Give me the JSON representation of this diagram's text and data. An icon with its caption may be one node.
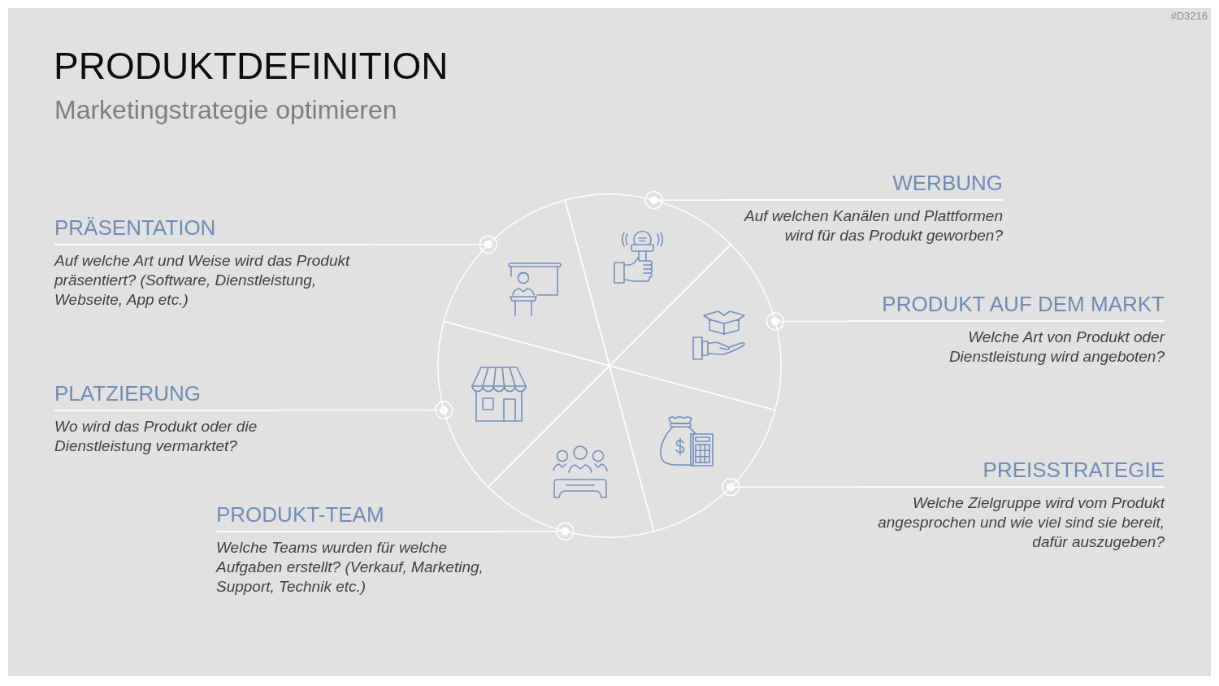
{
  "diagram": {
    "title": "PRODUKTDEFINITION",
    "nodes": [
      {
        "text": [
          "WERBUNG",
          "Auf welchen Kanälen und Plattformen wird für das Produkt geworben?"
        ]
      },
      {
        "text": [
          "PRÄSENTATION",
          "Auf welche Art und Weise wird das Produkt präsentiert? (Software, Dienstleistung, Webseite, App etc.)"
        ]
      },
      {
        "text": [
          "PRODUKT AUF DEM MARKT",
          "Welche Art von Produkt oder Dienstleistung wird angeboten?"
        ]
      },
      {
        "text": [
          "PLATZIERUNG",
          "Wo wird das Produkt oder die Dienstleistung vermarktet?"
        ]
      },
      {
        "text": [
          "PREISSTRATEGIE",
          "Welche Zielgruppe wird vom Produkt angesprochen und wie viel sind sie bereit, dafür auszugeben?"
        ]
      },
      {
        "text": [
          "PRODUKT-TEAM",
          "Welche Teams wurden für welche Aufgaben erstellt? (Verkauf, Marketing, Support, Technik etc.)"
        ]
      },
      {
        "text": [],
        "shape": "wedge"
      },
      {
        "text": [],
        "shape": "wedge"
      },
      {
        "text": [],
        "shape": "wedge"
      },
      {
        "text": [],
        "shape": "wedge"
      },
      {
        "text": [],
        "shape": "wedge"
      },
      {
        "text": [],
        "shape": "wedge"
      }
    ],
    "edges": [
      {
        "from": 0,
        "to": 6,
        "arrow": "other"
      },
      {
        "from": 1,
        "to": 7,
        "arrow": "other"
      },
      {
        "from": 2,
        "to": 8,
        "arrow": "other"
      },
      {
        "from": 3,
        "to": 9,
        "arrow": "other"
      },
      {
        "from": 4,
        "to": 10,
        "arrow": "other"
      },
      {
        "from": 5,
        "to": 11,
        "arrow": "other"
      }
    ],
    "labels": [
      "#D3216",
      "Marketingstrategie optimieren"
    ]
  }
}
